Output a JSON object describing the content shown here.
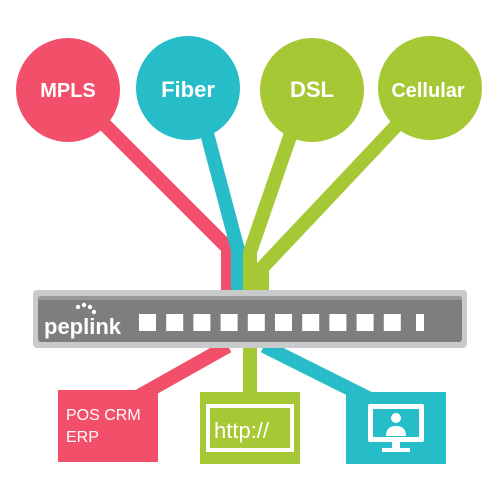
{
  "colors": {
    "mpls": "#f2506a",
    "fiber": "#26bdc8",
    "green": "#a6c834",
    "router_body": "#7d7e80",
    "router_border": "#c9cacb",
    "white": "#ffffff"
  },
  "bubbles": [
    {
      "label": "MPLS",
      "color": "#f2506a"
    },
    {
      "label": "Fiber",
      "color": "#26bdc8"
    },
    {
      "label": "DSL",
      "color": "#a6c834"
    },
    {
      "label": "Cellular",
      "color": "#a6c834"
    }
  ],
  "router": {
    "brand": "peplink",
    "port_count": 11
  },
  "apps": {
    "pos": {
      "line1": "POS CRM",
      "line2": "ERP"
    },
    "web": {
      "label": "http://"
    },
    "video": {
      "icon": "video-conference-icon"
    }
  }
}
